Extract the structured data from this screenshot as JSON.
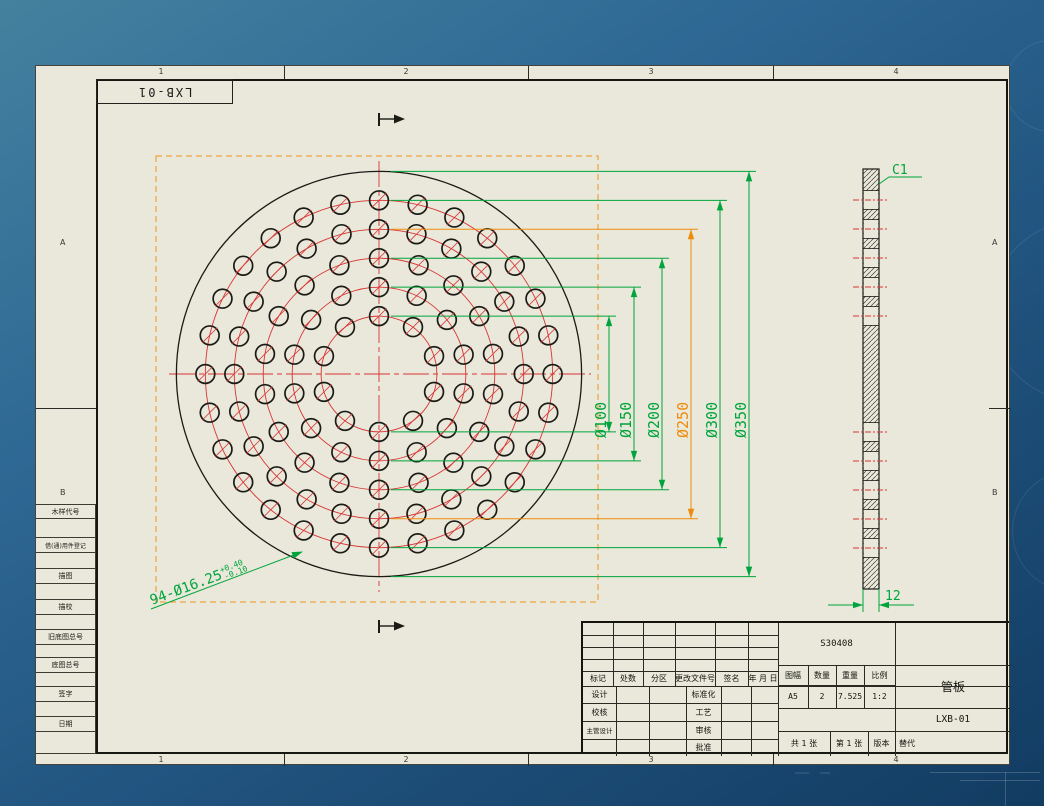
{
  "frame": {
    "corner_code": "LXB-01",
    "zone_columns": [
      "1",
      "2",
      "3",
      "4"
    ],
    "zone_rows": [
      "A",
      "B"
    ],
    "margin_labels": [
      "木样代号",
      "借(通)用件登记",
      "描图",
      "描校",
      "旧底图总号",
      "底图总号",
      "签字",
      "日期"
    ]
  },
  "drawing": {
    "front_view": {
      "plate_outer_dia_mm": 350,
      "total_holes": 94,
      "hole_note": {
        "text": "94-Ø16.25",
        "tol_upper": "+0.40",
        "tol_lower": "-0.10"
      },
      "pitch_circles": [
        {
          "dia_mm": 100,
          "holes": 10
        },
        {
          "dia_mm": 150,
          "holes": 14
        },
        {
          "dia_mm": 200,
          "holes": 18
        },
        {
          "dia_mm": 250,
          "holes": 24
        },
        {
          "dia_mm": 300,
          "holes": 28
        }
      ],
      "diameter_dims": [
        {
          "label": "Ø100",
          "dia_mm": 100,
          "highlighted": false
        },
        {
          "label": "Ø150",
          "dia_mm": 150,
          "highlighted": false
        },
        {
          "label": "Ø200",
          "dia_mm": 200,
          "highlighted": false
        },
        {
          "label": "Ø250",
          "dia_mm": 250,
          "highlighted": true
        },
        {
          "label": "Ø300",
          "dia_mm": 300,
          "highlighted": false
        },
        {
          "label": "Ø350",
          "dia_mm": 350,
          "highlighted": false
        }
      ]
    },
    "side_view": {
      "chamfer_label": "C1",
      "thickness_label": "12"
    }
  },
  "title_block": {
    "material": "S30408",
    "revision_headers": [
      "标记",
      "处数",
      "分区",
      "更改文件号",
      "签名",
      "年 月 日"
    ],
    "sign_rows": [
      {
        "left": "设计",
        "right": "标准化"
      },
      {
        "left": "校核",
        "right": "工艺"
      },
      {
        "left": "主管设计",
        "right": "审核"
      },
      {
        "left": "",
        "right": "批准"
      }
    ],
    "info_headers": [
      "图幅",
      "数量",
      "重量",
      "比例"
    ],
    "info_values": [
      "A5",
      "2",
      "7.525",
      "1:2"
    ],
    "part_name": "管板",
    "drawing_number": "LXB-01",
    "sheet_info": {
      "total": "共 1 张",
      "current": "第 1 张",
      "version_label": "版本",
      "replace_label": "替代"
    }
  },
  "colors": {
    "paper": "#e9e8da",
    "green": "#00a43c",
    "orange": "#ef8b0c",
    "orange_dashed": "#f0a43c",
    "red": "#d83434",
    "line": "#1b1b16"
  }
}
